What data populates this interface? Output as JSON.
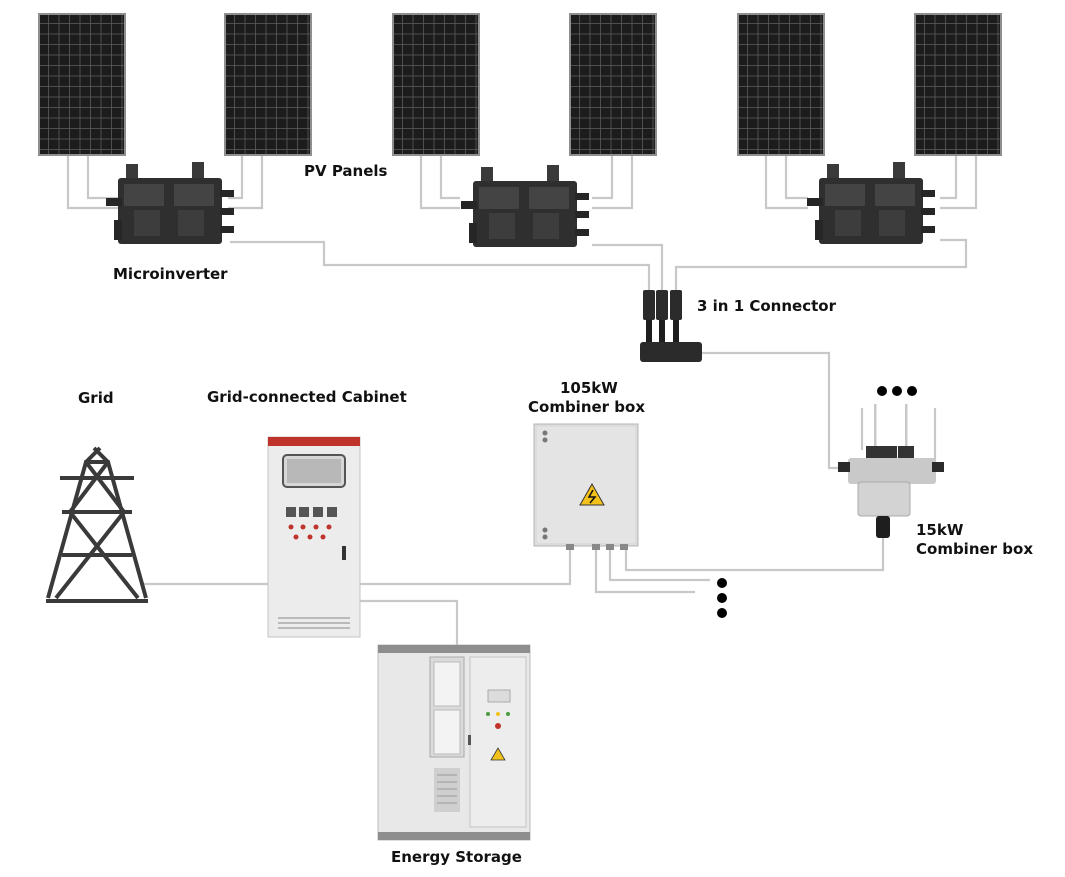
{
  "labels": {
    "pv_panels": "PV Panels",
    "microinverter": "Microinverter",
    "connector_3in1": "3 in 1 Connector",
    "grid": "Grid",
    "grid_cabinet": "Grid-connected  Cabinet",
    "combiner_105_line1": "105kW",
    "combiner_105_line2": "Combiner  box",
    "combiner_15_line1": "15kW",
    "combiner_15_line2": "Combiner  box",
    "energy_storage": "Energy Storage"
  },
  "colors": {
    "wire": "#c8c8c8",
    "panel_frame": "#9a9a9a",
    "panel_cell": "#1c1c1c",
    "device_dark": "#333333",
    "cabinet_body": "#e9e9e9",
    "warning_yellow": "#f2c21b",
    "button_red": "#c0332b"
  },
  "icons": [
    "pv-panel-icon",
    "microinverter-icon",
    "connector-icon",
    "transmission-tower-icon",
    "cabinet-icon",
    "combiner-box-icon",
    "battery-cabinet-icon",
    "warning-icon"
  ]
}
